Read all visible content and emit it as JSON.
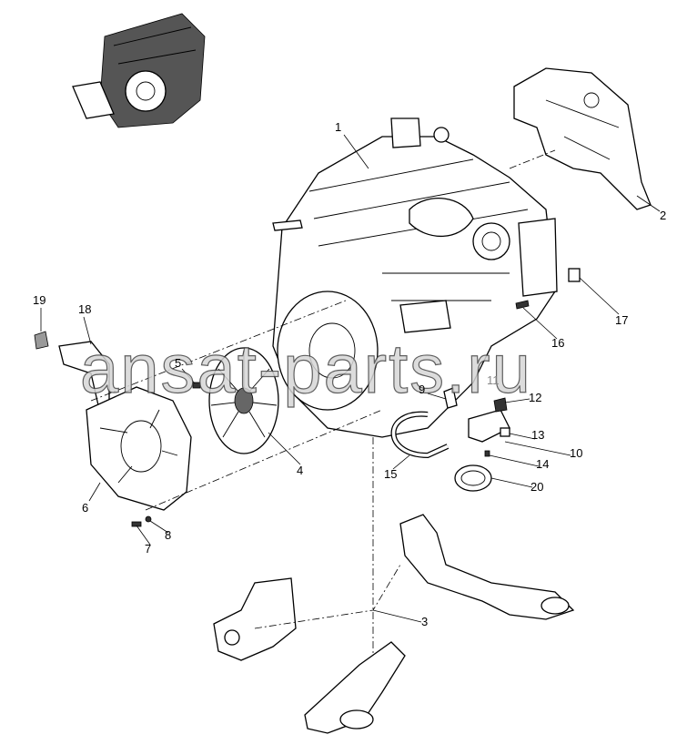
{
  "diagram": {
    "watermark": "ansat-parts.ru",
    "callouts": [
      {
        "id": "1",
        "label": "1"
      },
      {
        "id": "2",
        "label": "2"
      },
      {
        "id": "3",
        "label": "3"
      },
      {
        "id": "4",
        "label": "4"
      },
      {
        "id": "5",
        "label": "5"
      },
      {
        "id": "6",
        "label": "6"
      },
      {
        "id": "7",
        "label": "7"
      },
      {
        "id": "8",
        "label": "8"
      },
      {
        "id": "9",
        "label": "9"
      },
      {
        "id": "10",
        "label": "10"
      },
      {
        "id": "11",
        "label": "11"
      },
      {
        "id": "12",
        "label": "12"
      },
      {
        "id": "13",
        "label": "13"
      },
      {
        "id": "14",
        "label": "14"
      },
      {
        "id": "15",
        "label": "15"
      },
      {
        "id": "16",
        "label": "16"
      },
      {
        "id": "17",
        "label": "17"
      },
      {
        "id": "18",
        "label": "18"
      },
      {
        "id": "19",
        "label": "19"
      },
      {
        "id": "20",
        "label": "20"
      }
    ]
  }
}
